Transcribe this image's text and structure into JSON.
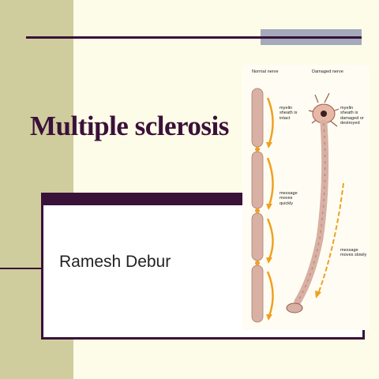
{
  "slide": {
    "title": "Multiple sclerosis",
    "subtitle": "Ramesh Debur"
  },
  "figure": {
    "normal_label": "Normal nerve",
    "damaged_label": "Damaged nerve",
    "myelin_intact": "myelin\nsheath is\nintact",
    "myelin_damaged": "myelin\nsheath is\ndamaged or\ndestroyed",
    "message_quick": "message\nmoves\nquickly",
    "message_slow": "message\nmoves slowly"
  },
  "colors": {
    "accent": "#3a1139",
    "band": "#cfcd9d",
    "background": "#fdfce8",
    "gray_bar": "#a4a9bb",
    "myelin": "#d8b0a4",
    "arrow": "#f0a020"
  }
}
